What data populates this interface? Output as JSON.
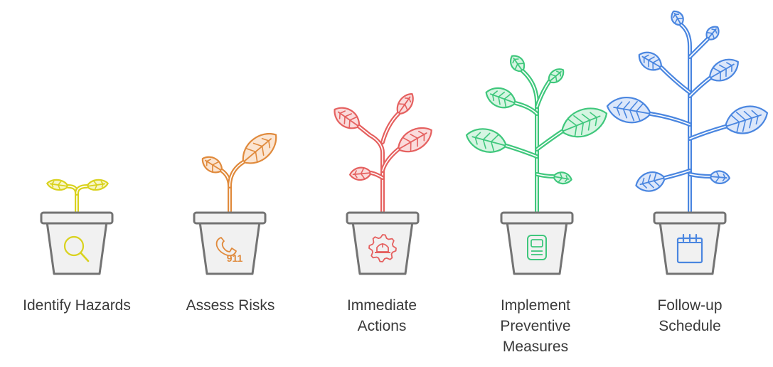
{
  "steps": [
    {
      "label": "Identify Hazards",
      "color": "#D9D21E",
      "fill": "#F8F6C6",
      "icon": "magnifier-icon"
    },
    {
      "label": "Assess Risks",
      "color": "#E08A3C",
      "fill": "#FBE5D2",
      "icon": "phone-911-icon",
      "icon_text": "911"
    },
    {
      "label": "Immediate Actions",
      "color": "#E5605F",
      "fill": "#FADCDC",
      "icon": "emergency-gear-icon"
    },
    {
      "label": "Implement Preventive Measures",
      "color": "#3FC77C",
      "fill": "#D6F5E2",
      "icon": "device-screen-icon"
    },
    {
      "label": "Follow-up Schedule",
      "color": "#4A86E0",
      "fill": "#DCE7FA",
      "icon": "calendar-icon"
    }
  ],
  "pot": {
    "stroke": "#737373",
    "fill": "#F1F1F1"
  }
}
